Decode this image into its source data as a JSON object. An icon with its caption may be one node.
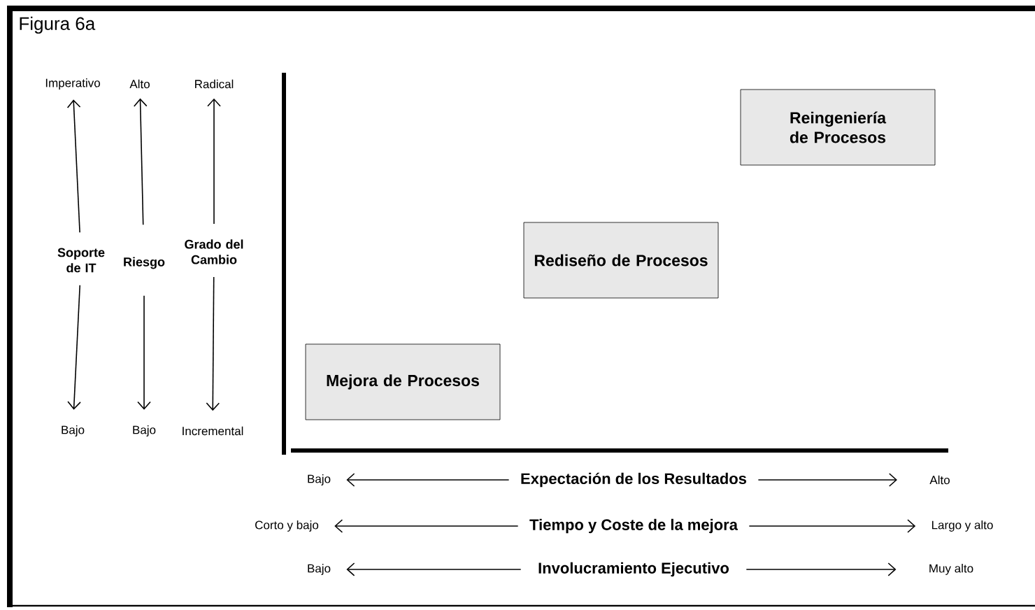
{
  "diagram": {
    "title": "Figura 6a",
    "nodes": [
      {
        "text": [
          "Mejora de Procesos"
        ]
      },
      {
        "text": [
          "Rediseño de Procesos"
        ]
      },
      {
        "text": [
          "Reingeniería de Procesos"
        ]
      },
      {
        "text": [
          "Imperativo"
        ]
      },
      {
        "text": [
          "Alto"
        ]
      },
      {
        "text": [
          "Radical"
        ]
      },
      {
        "text": [
          "Soporte de IT"
        ]
      },
      {
        "text": [
          "Riesgo"
        ]
      },
      {
        "text": [
          "Grado del Cambio"
        ]
      },
      {
        "text": [
          "Bajo"
        ]
      },
      {
        "text": [
          "Bajo"
        ]
      },
      {
        "text": [
          "Incremental"
        ]
      },
      {
        "text": [
          "Bajo"
        ]
      },
      {
        "text": [
          "Expectación de los Resultados"
        ]
      },
      {
        "text": [
          "Alto"
        ]
      },
      {
        "text": [
          "Corto y bajo"
        ]
      },
      {
        "text": [
          "Tiempo y Coste de la mejora"
        ]
      },
      {
        "text": [
          "Largo y alto"
        ]
      },
      {
        "text": [
          "Bajo"
        ]
      },
      {
        "text": [
          "Involucramiento Ejecutivo"
        ]
      },
      {
        "text": [
          "Muy alto"
        ]
      }
    ],
    "edges": [
      {
        "from": 6,
        "to": 3,
        "arrow": "to"
      },
      {
        "from": 7,
        "to": 4,
        "arrow": "to"
      },
      {
        "from": 8,
        "to": 5,
        "arrow": "to"
      },
      {
        "from": 6,
        "to": 9,
        "arrow": "to"
      },
      {
        "from": 7,
        "to": 10,
        "arrow": "to"
      },
      {
        "from": 8,
        "to": 11,
        "arrow": "to"
      },
      {
        "from": 13,
        "to": 12,
        "arrow": "to"
      },
      {
        "from": 13,
        "to": 14,
        "arrow": "to"
      },
      {
        "from": 16,
        "to": 15,
        "arrow": "to"
      },
      {
        "from": 16,
        "to": 17,
        "arrow": "to"
      },
      {
        "from": 19,
        "to": 18,
        "arrow": "to"
      },
      {
        "from": 19,
        "to": 20,
        "arrow": "to"
      }
    ]
  }
}
